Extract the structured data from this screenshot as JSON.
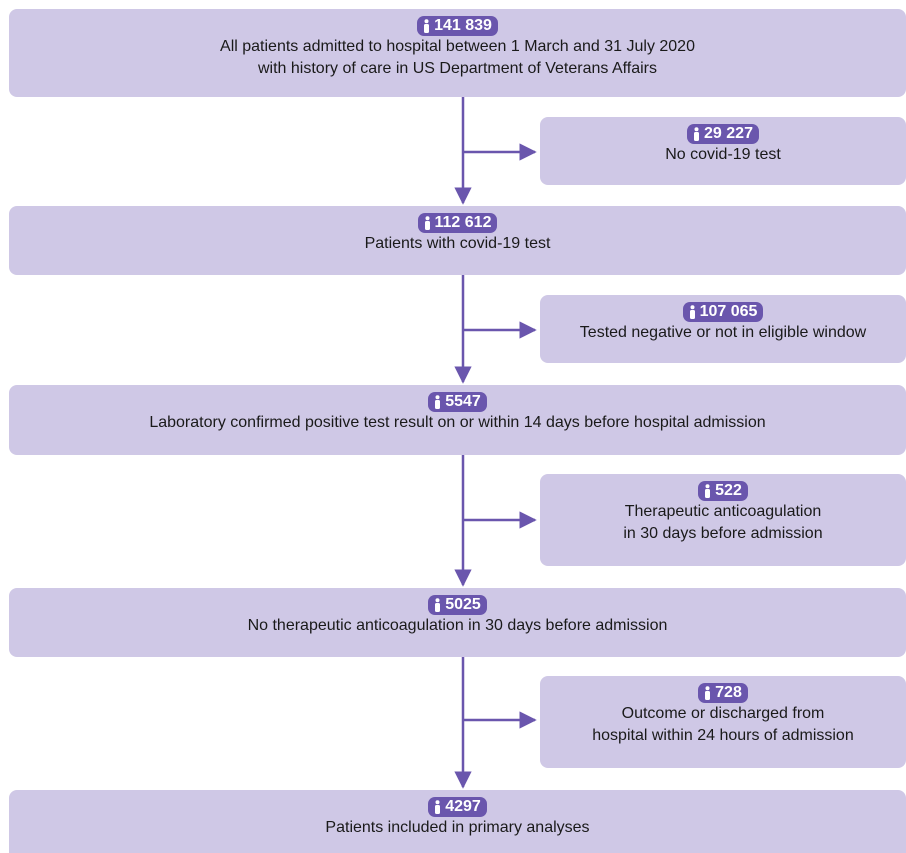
{
  "colors": {
    "box_fill": "#cfc8e6",
    "badge_fill": "#6a56ad",
    "arrow": "#6a56ad"
  },
  "icon": "person-icon",
  "steps": [
    {
      "count": "141 839",
      "lines": [
        "All patients admitted to hospital between 1 March and 31 July 2020",
        "with history of care in US Department of Veterans Affairs"
      ]
    },
    {
      "count": "112 612",
      "lines": [
        "Patients with covid-19 test"
      ]
    },
    {
      "count": "5547",
      "lines": [
        "Laboratory confirmed positive test result on or within 14 days before hospital admission"
      ]
    },
    {
      "count": "5025",
      "lines": [
        "No therapeutic anticoagulation in 30 days before admission"
      ]
    },
    {
      "count": "4297",
      "lines": [
        "Patients included in primary analyses"
      ]
    }
  ],
  "exclusions": [
    {
      "count": "29 227",
      "lines": [
        "No covid-19 test"
      ]
    },
    {
      "count": "107 065",
      "lines": [
        "Tested negative or not in eligible window"
      ]
    },
    {
      "count": "522",
      "lines": [
        "Therapeutic anticoagulation",
        "in 30 days before admission"
      ]
    },
    {
      "count": "728",
      "lines": [
        "Outcome or discharged from",
        "hospital within 24 hours of admission"
      ]
    }
  ]
}
